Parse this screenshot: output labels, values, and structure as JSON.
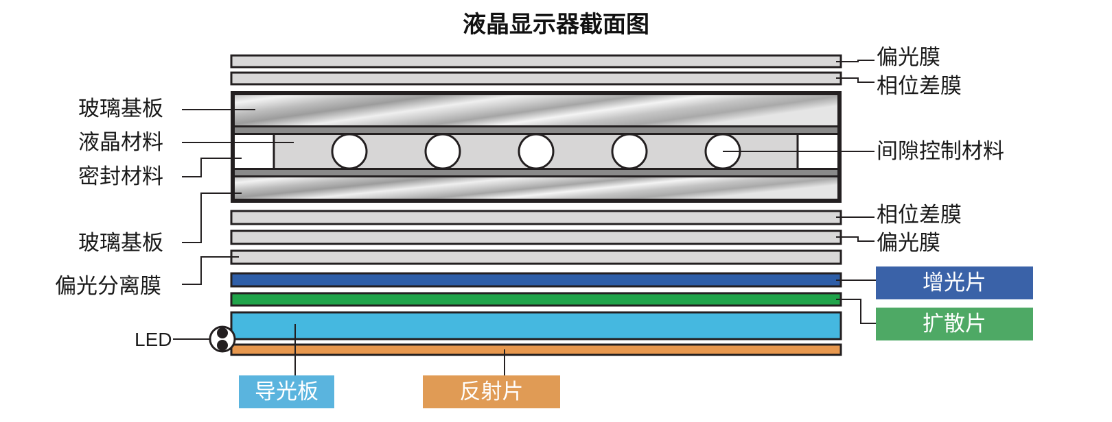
{
  "title": "液晶显示器截面图",
  "labels_left": {
    "glass_top": "玻璃基板",
    "liquid_crystal": "液晶材料",
    "sealant": "密封材料",
    "glass_bottom": "玻璃基板",
    "polarization_separation": "偏光分离膜",
    "led": "LED"
  },
  "labels_right": {
    "polarizer_top": "偏光膜",
    "retarder_top": "相位差膜",
    "spacer": "间隙控制材料",
    "retarder_bottom": "相位差膜",
    "polarizer_bottom": "偏光膜"
  },
  "boxes": {
    "brightness": "增光片",
    "diffuser": "扩散片",
    "light_guide": "导光板",
    "reflector": "反射片"
  },
  "colors": {
    "film": "#d9d8d8",
    "blue_layer": "#2e5ea8",
    "green_layer": "#20a44a",
    "light_guide": "#45b8e0",
    "reflector": "#e8984e",
    "box_brightness": "#3a62a8",
    "box_diffuser": "#4ea965",
    "box_light_guide": "#5ab4de",
    "box_reflector": "#e09b55"
  }
}
